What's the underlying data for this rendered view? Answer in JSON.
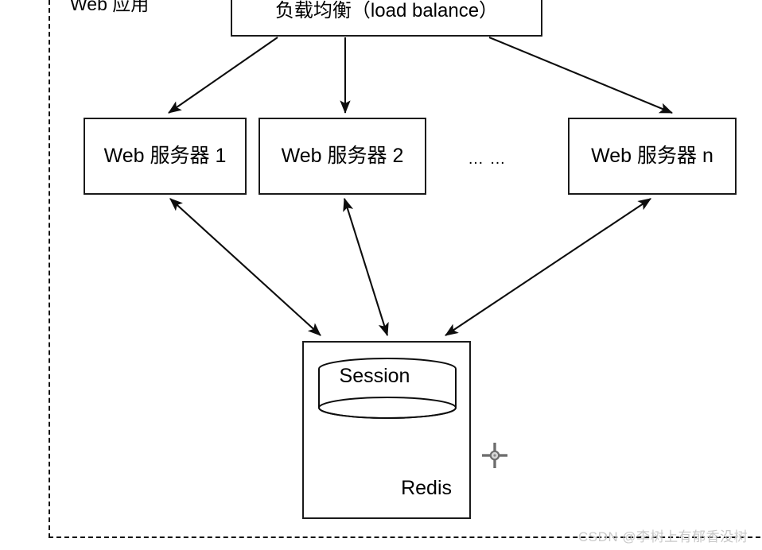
{
  "diagram": {
    "title_partial": "Web 应用",
    "boundary": {
      "style": "dashed",
      "color": "#111111"
    },
    "nodes": {
      "load_balancer": {
        "label": "负载均衡（load balance）",
        "name": "load-balance"
      },
      "web_servers": [
        {
          "label": "Web 服务器 1",
          "name": "web-server-1"
        },
        {
          "label": "Web 服务器 2",
          "name": "web-server-2"
        },
        {
          "label": "Web 服务器 n",
          "name": "web-server-n"
        }
      ],
      "ellipsis": "… …",
      "store": {
        "container_label": "Redis",
        "cylinder_label": "Session"
      }
    },
    "edges": [
      {
        "from": "load-balance",
        "to": "web-server-1",
        "type": "single"
      },
      {
        "from": "load-balance",
        "to": "web-server-2",
        "type": "single"
      },
      {
        "from": "load-balance",
        "to": "web-server-n",
        "type": "single"
      },
      {
        "from": "web-server-1",
        "to": "redis",
        "type": "double"
      },
      {
        "from": "web-server-2",
        "to": "redis",
        "type": "double"
      },
      {
        "from": "web-server-n",
        "to": "redis",
        "type": "double"
      }
    ]
  },
  "overlay": {
    "cursor": "move-crosshair-cursor",
    "watermark": "CSDN @李树上有郁香没树"
  }
}
